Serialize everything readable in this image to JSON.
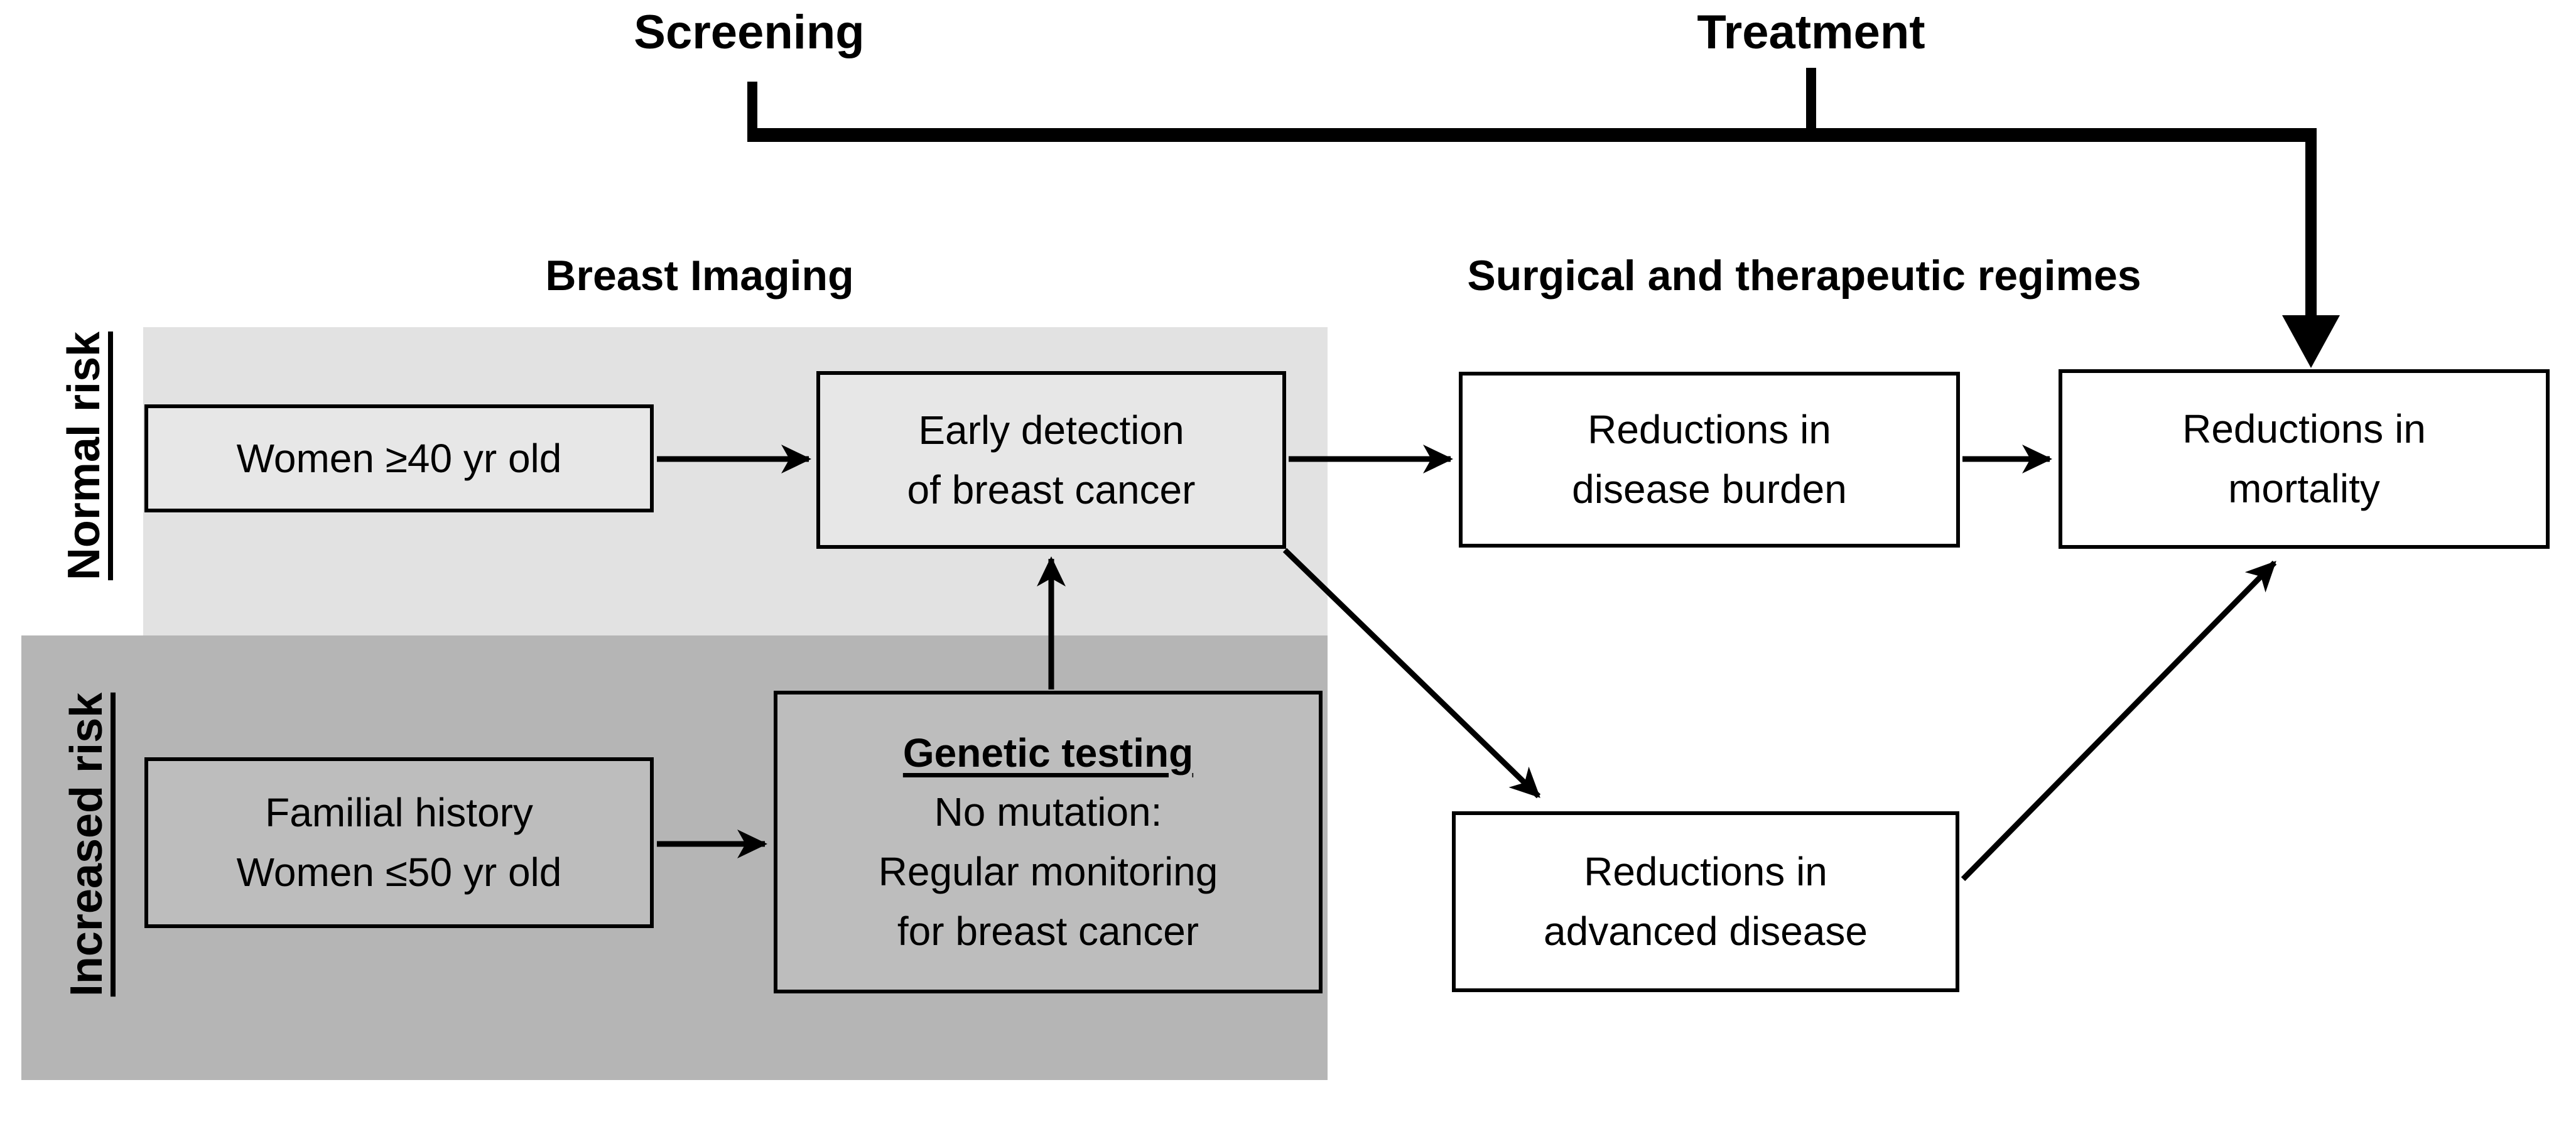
{
  "title_row": {
    "screening": "Screening",
    "treatment": "Treatment"
  },
  "section_headers": {
    "breast_imaging": "Breast Imaging",
    "surgical": "Surgical and therapeutic regimes"
  },
  "risk_rows": {
    "normal": "Normal risk",
    "increased": "Increased risk"
  },
  "boxes": {
    "women40": {
      "lines": [
        "Women ≥40 yr old"
      ]
    },
    "early_detection": {
      "lines": [
        "Early detection",
        "of breast cancer"
      ]
    },
    "disease_burden": {
      "lines": [
        "Reductions in",
        "disease burden"
      ]
    },
    "mortality": {
      "lines": [
        "Reductions in",
        "mortality"
      ]
    },
    "familial": {
      "lines": [
        "Familial history",
        "Women ≤50 yr old"
      ]
    },
    "genetic": {
      "title": "Genetic testing",
      "lines": [
        "No mutation:",
        "Regular monitoring",
        "for breast cancer"
      ]
    },
    "advanced": {
      "lines": [
        "Reductions in",
        "advanced disease"
      ]
    }
  },
  "colors": {
    "page_bg": "#ffffff",
    "ink": "#000000",
    "light_band": "#e2e2e2",
    "dark_band": "#b5b5b5",
    "light_box": "#e7e7e7",
    "dark_box": "#bdbdbd",
    "white_box": "#ffffff"
  }
}
